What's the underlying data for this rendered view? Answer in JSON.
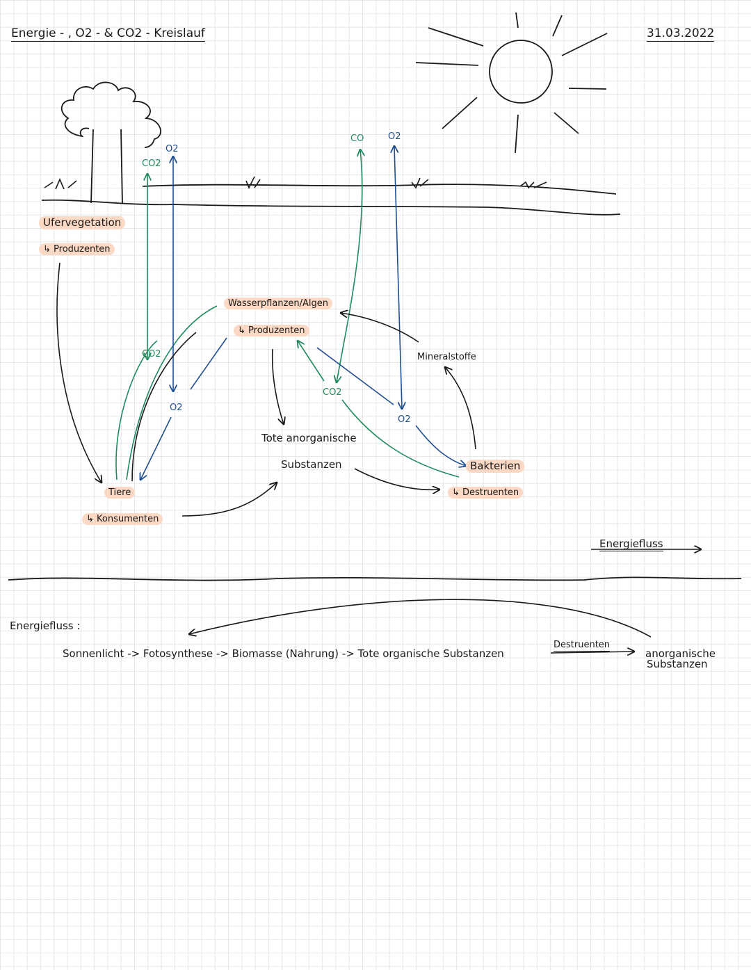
{
  "header": {
    "title": "Energie - , O2 - & CO2 - Kreislauf",
    "date": "31.03.2022"
  },
  "diagram": {
    "ufervegetation": "Ufervegetation",
    "ufer_produzenten": "↳ Produzenten",
    "wasserpflanzen": "Wasserpflanzen/Algen",
    "wasser_produzenten": "↳ Produzenten",
    "tiere": "Tiere",
    "konsumenten": "↳ Konsumenten",
    "tote_line1": "Tote anorganische",
    "tote_line2": "Substanzen",
    "mineralstoffe": "Mineralstoffe",
    "bakterien": "Bakterien",
    "destruenten": "↳ Destruenten",
    "co2_tree": "CO2",
    "o2_tree": "O2",
    "co2_left": "CO2",
    "o2_left": "O2",
    "co_top": "CO",
    "o2_top": "O2",
    "co2_mid": "CO2",
    "o2_mid": "O2",
    "energiefluss_label": "Energiefluss"
  },
  "flow": {
    "heading": "Energiefluss :",
    "chain": "Sonnenlicht -> Fotosynthese -> Biomasse (Nahrung) -> Tote organische Substanzen",
    "destruenten": "Destruenten",
    "end_line1": "anorganische",
    "end_line2": "Substanzen"
  },
  "colors": {
    "ink": "#1a1a1a",
    "co2_green": "#1f8a5c",
    "o2_blue": "#1f4f8f",
    "highlight": "#fbd9c4"
  }
}
